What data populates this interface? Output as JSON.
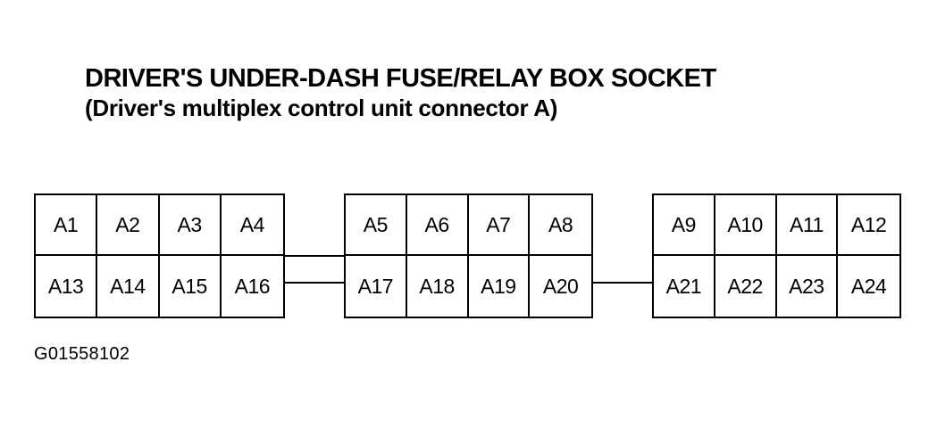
{
  "title": "DRIVER'S UNDER-DASH FUSE/RELAY BOX SOCKET",
  "subtitle": "(Driver's multiplex control unit connector A)",
  "connectors": [
    {
      "top_row": [
        "A1",
        "A2",
        "A3",
        "A4"
      ],
      "bottom_row": [
        "A13",
        "A14",
        "A15",
        "A16"
      ]
    },
    {
      "top_row": [
        "A5",
        "A6",
        "A7",
        "A8"
      ],
      "bottom_row": [
        "A17",
        "A18",
        "A19",
        "A20"
      ]
    },
    {
      "top_row": [
        "A9",
        "A10",
        "A11",
        "A12"
      ],
      "bottom_row": [
        "A21",
        "A22",
        "A23",
        "A24"
      ]
    }
  ],
  "figure_id": "G01558102"
}
